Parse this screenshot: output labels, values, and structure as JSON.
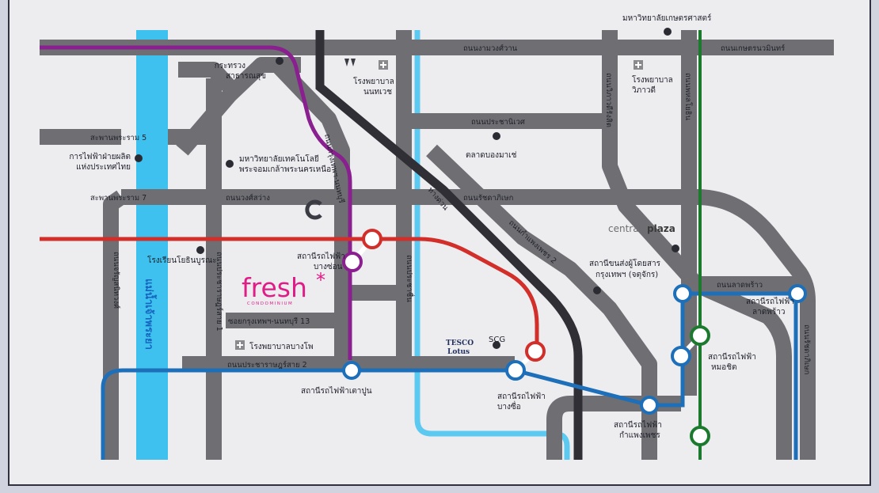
{
  "roads": {
    "ngam_wong_wan": "ถนนงามวงศ์วาน",
    "kaset_nawamin": "ถนนเกษตรนวมินทร์",
    "prachanivet": "ถนนประชานิเวศ",
    "rachadaphisek": "ถนนรัชดาภิเษก",
    "wong_sawang": "ถนนวงศ์สว่าง",
    "lat_phrao": "ถนนลาดพร้าว",
    "prachachuen": "ถนนประชาชื่น",
    "kamphaeng_phet_2": "ถนนกำแพงเพชร 2",
    "vibhavadi": "ถนนวิภาวดีรังสิต",
    "phahon_yothin": "ถนนพหลโยธิน",
    "krungthep_nonthaburi": "ถนนกรุงเทพฯ-นนทบุรี",
    "charan_sanitwong": "ถนนจรัญสนิทวงศ์",
    "pracharat_sai_1": "ถนนประชาราษฎร์สาย 1",
    "pracharat_sai_2": "ถนนประชาราษฎร์สาย 2",
    "soi_13": "ซอยกรุงเทพฯ-นนทบุรี 13",
    "ratchadaphisek_east": "ถนนรัชดาภิเษก",
    "expressway": "ทางด่วน"
  },
  "bridges": {
    "rama5": "สะพานพระราม 5",
    "rama7": "สะพานพระราม 7"
  },
  "river": "แม่น้ำเจ้าพระยา",
  "landmarks": {
    "kasetsart": "มหาวิทยาลัยเกษตรศาสตร์",
    "ministry_line1": "กระทรวง",
    "ministry_line2": "สาธารณสุข",
    "nonthavej_line1": "โรงพยาบาล",
    "nonthavej_line2": "นนทเวช",
    "vibhavadi_hosp_line1": "โรงพยาบาล",
    "vibhavadi_hosp_line2": "วิภาวดี",
    "egat_line1": "การไฟฟ้าฝ่ายผลิต",
    "egat_line2": "แห่งประเทศไทย",
    "kmutnb_line1": "มหาวิทยาลัยเทคโนโลยี",
    "kmutnb_line2": "พระจอมเกล้าพระนครเหนือ",
    "bong_market": "ตลาดบองมาเช่",
    "yothinburana": "โรงเรียนโยธินบูรณะ",
    "bus_terminal_line1": "สถานีขนส่งผู้โดยสาร",
    "bus_terminal_line2": "กรุงเทพฯ (จตุจักร)",
    "bangpho_hosp": "โรงพยาบาลบางโพ",
    "scg": "SCG"
  },
  "stations": {
    "bang_son_line1": "สถานีรถไฟฟ้า",
    "bang_son_line2": "บางซ่อน",
    "tao_poon": "สถานีรถไฟฟ้าเตาปูน",
    "bang_sue_line1": "สถานีรถไฟฟ้า",
    "bang_sue_line2": "บางซื่อ",
    "kamphaeng_phet_line1": "สถานีรถไฟฟ้า",
    "kamphaeng_phet_line2": "กำแพงเพชร",
    "mo_chit_line1": "สถานีรถไฟฟ้า",
    "mo_chit_line2": "หมอชิต",
    "lat_phrao_line1": "สถานีรถไฟฟ้า",
    "lat_phrao_line2": "ลาดพร้าว"
  },
  "logos": {
    "fresh": "fresh",
    "fresh_asterisk": "*",
    "fresh_sub": "CONDOMINIUM",
    "tesco_line1": "TESCO",
    "tesco_line2": "Lotus",
    "central": "central",
    "plaza": "plaza"
  },
  "colors": {
    "background": "#ededf0",
    "frame": "#d1d3de",
    "road": "#6f6f73",
    "river": "#3ec1ee",
    "canal": "#5cc9f0",
    "expressway": "#2f2f35",
    "purple_line": "#8a1f8f",
    "red_line": "#d22e2a",
    "blue_line": "#1c6fb8",
    "green_line": "#1b7a2e",
    "fresh_brand": "#e01c87"
  },
  "icons": [
    "hospital-cross-icon",
    "landmark-dot-icon",
    "station-ring-icon",
    "tesco-lotus-logo",
    "central-plaza-logo"
  ]
}
